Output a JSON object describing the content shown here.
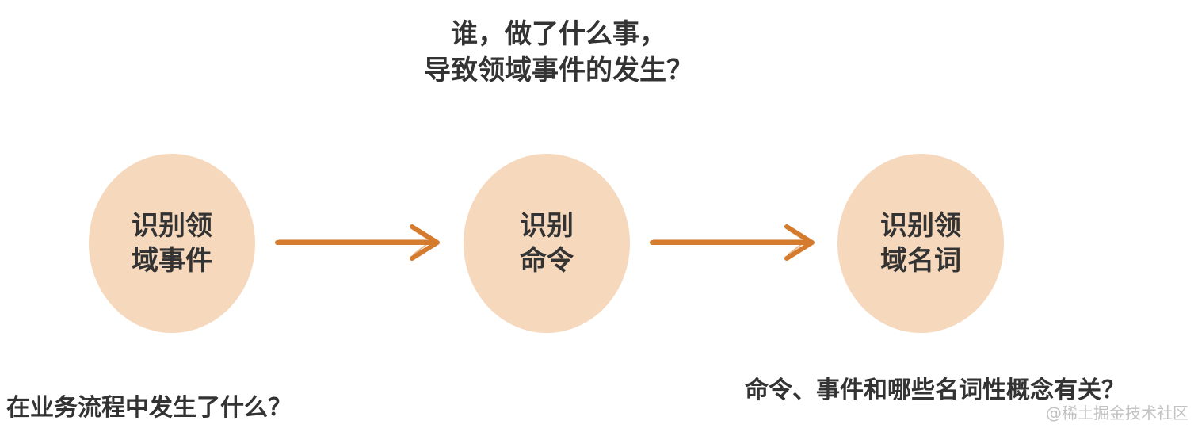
{
  "questions": {
    "top_line_1": "谁，做了什么事，",
    "top_line_2": "导致领域事件的发生？",
    "left": "在业务流程中发生了什么？",
    "right": "命令、事件和哪些名词性概念有关？"
  },
  "nodes": [
    {
      "line_1": "识别领",
      "line_2": "域事件"
    },
    {
      "line_1": "识别",
      "line_2": "命令"
    },
    {
      "line_1": "识别领",
      "line_2": "域名词"
    }
  ],
  "colors": {
    "node_fill": "#f6d8bd",
    "arrow": "#d57b2e",
    "text": "#333333",
    "watermark": "#c2c2c2"
  },
  "icons": {
    "flow_arrow": "arrow-right-icon"
  },
  "watermark": "@稀土掘金技术社区"
}
